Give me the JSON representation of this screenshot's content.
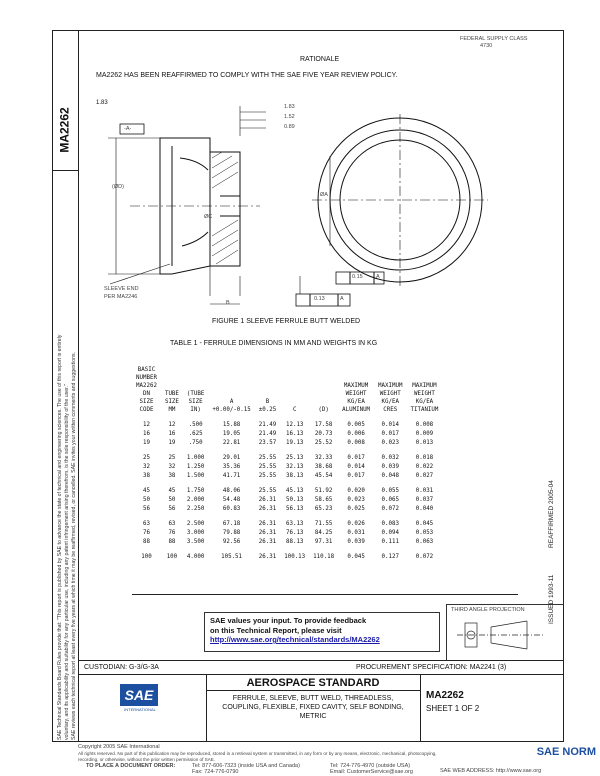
{
  "header": {
    "top_right_line1": "FEDERAL SUPPLY CLASS",
    "top_right_line2": "4730",
    "doc_number": "MA2262"
  },
  "rationale": {
    "heading": "RATIONALE",
    "text": "MA2262 HAS BEEN REAFFIRMED TO COMPLY WITH THE SAE FIVE YEAR REVIEW POLICY."
  },
  "figure": {
    "caption": "FIGURE 1   SLEEVE FERRULE BUTT WELDED",
    "dims": [
      "1.83",
      "1.52",
      "0.89"
    ],
    "datum_a": "-A-",
    "d_label": "(ØD)",
    "phi_a": "ØA",
    "phi_c": "ØC",
    "b_label": "B",
    "sleeve_end_1": "SLEEVE END",
    "sleeve_end_2": "PER MA2246",
    "tol1_val": "0.15",
    "tol1_ref": "A",
    "tol2_val": "0.13",
    "tol2_ref": "A"
  },
  "table": {
    "title": "TABLE 1 - FERRULE DIMENSIONS IN MM AND WEIGHTS IN KG",
    "headers": [
      [
        "BASIC",
        "NUMBER",
        "MA2262",
        "DN",
        "SIZE",
        "CODE"
      ],
      [
        "TUBE",
        "SIZE",
        "MM"
      ],
      [
        "(TUBE",
        "SIZE",
        "IN)"
      ],
      [
        "A",
        "+0.00/-0.15"
      ],
      [
        "B",
        "±0.25"
      ],
      [
        "C"
      ],
      [
        "(D)"
      ],
      [
        "MAXIMUM",
        "WEIGHT",
        "KG/EA",
        "ALUMINUM"
      ],
      [
        "MAXIMUM",
        "WEIGHT",
        "KG/EA",
        "CRES"
      ],
      [
        "MAXIMUM",
        "WEIGHT",
        "KG/EA",
        "TITANIUM"
      ]
    ],
    "groups": [
      [
        [
          "12",
          "12",
          ".500",
          "15.88",
          "21.49",
          "12.13",
          "17.58",
          "0.005",
          "0.014",
          "0.008"
        ],
        [
          "16",
          "16",
          ".625",
          "19.05",
          "21.49",
          "16.13",
          "20.73",
          "0.006",
          "0.017",
          "0.009"
        ],
        [
          "19",
          "19",
          ".750",
          "22.81",
          "23.57",
          "19.13",
          "25.52",
          "0.008",
          "0.023",
          "0.013"
        ]
      ],
      [
        [
          "25",
          "25",
          "1.000",
          "29.01",
          "25.55",
          "25.13",
          "32.33",
          "0.017",
          "0.032",
          "0.018"
        ],
        [
          "32",
          "32",
          "1.250",
          "35.36",
          "25.55",
          "32.13",
          "38.68",
          "0.014",
          "0.039",
          "0.022"
        ],
        [
          "38",
          "38",
          "1.500",
          "41.71",
          "25.55",
          "38.13",
          "45.54",
          "0.017",
          "0.048",
          "0.027"
        ]
      ],
      [
        [
          "45",
          "45",
          "1.750",
          "48.06",
          "25.55",
          "45.13",
          "51.92",
          "0.020",
          "0.055",
          "0.031"
        ],
        [
          "50",
          "50",
          "2.000",
          "54.48",
          "26.31",
          "50.13",
          "58.65",
          "0.023",
          "0.065",
          "0.037"
        ],
        [
          "56",
          "56",
          "2.250",
          "60.83",
          "26.31",
          "56.13",
          "65.23",
          "0.025",
          "0.072",
          "0.040"
        ]
      ],
      [
        [
          "63",
          "63",
          "2.500",
          "67.18",
          "26.31",
          "63.13",
          "71.55",
          "0.026",
          "0.083",
          "0.045"
        ],
        [
          "76",
          "76",
          "3.000",
          "79.88",
          "26.31",
          "76.13",
          "84.25",
          "0.031",
          "0.094",
          "0.053"
        ],
        [
          "88",
          "88",
          "3.500",
          "92.56",
          "26.31",
          "88.13",
          "97.31",
          "0.039",
          "0.111",
          "0.063"
        ]
      ],
      [
        [
          "100",
          "100",
          "4.000",
          "105.51",
          "26.31",
          "100.13",
          "110.18",
          "0.045",
          "0.127",
          "0.072"
        ]
      ]
    ]
  },
  "feedback": {
    "line1": "SAE values your input. To provide feedback",
    "line2": "on this Technical Report, please visit",
    "link": "http://www.sae.org/technical/standards/MA2262"
  },
  "third_angle": "THIRD ANGLE PROJECTION",
  "side_right": {
    "issued": "ISSUED 1993-11",
    "reaffirmed": "REAFFIRMED 2005-04"
  },
  "side_left": [
    "SAE Technical Standards Board Rules provide that: \"This report is published by SAE to advance the state of technical and engineering sciences. The use of this report is entirely",
    "voluntary, and its applicability and suitability for any particular use, including any patent infringement arising therefrom, is the sole responsibility of the user.\"",
    "SAE reviews each technical report at least every five years at which time it may be reaffirmed, revised, or cancelled. SAE invites your written comments and suggestions."
  ],
  "bottom": {
    "custodian": "CUSTODIAN: G-3/G-3A",
    "procurement": "PROCUREMENT SPECIFICATION: MA2241 (3)",
    "std_heading": "AEROSPACE STANDARD",
    "title_lines": [
      "FERRULE, SLEEVE, BUTT WELD, THREADLESS,",
      "COUPLING, FLEXIBLE, FIXED CAVITY, SELF BONDING,",
      "METRIC"
    ],
    "doc": "MA2262",
    "sheet": "SHEET 1 OF 2",
    "logo": "SAE",
    "logo_sub": "INTERNATIONAL"
  },
  "footer": {
    "copyright": "Copyright 2005 SAE International",
    "rights1": "All rights reserved. No part of this publication may be reproduced, stored in a retrieval system or transmitted, in any form or by any means, electronic, mechanical, photocopying,",
    "rights2": "recording, or otherwise, without the prior written permission of SAE.",
    "order_label": "TO PLACE A DOCUMENT ORDER:",
    "tel": "Tel: 877-606-7323 (inside USA and Canada)",
    "tel2": "Tel: 724-776-4970 (outside USA)",
    "fax": "Fax: 724-776-0790",
    "email": "Email: CustomerService@sae.org",
    "web": "SAE WEB ADDRESS: http://www.sae.org"
  },
  "watermark": "SAE NORM"
}
